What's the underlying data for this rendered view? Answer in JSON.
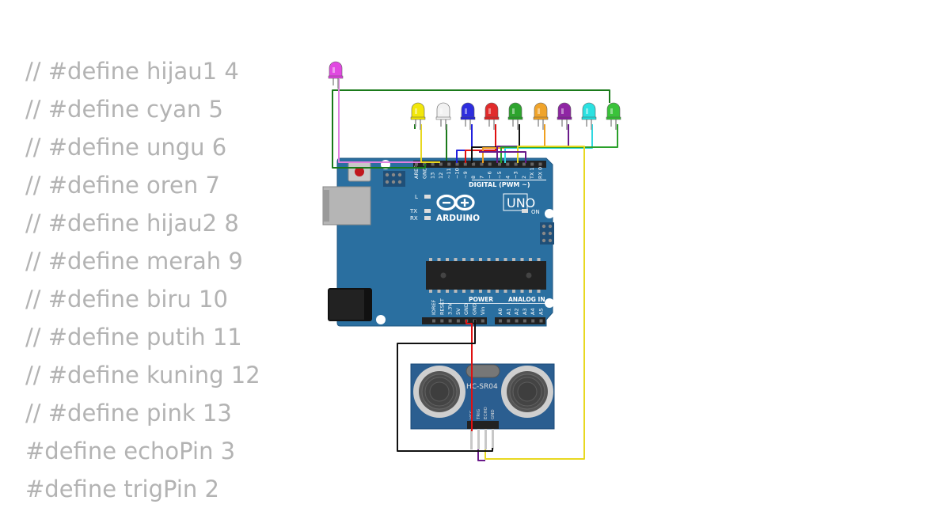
{
  "code_lines": [
    "// #define hijau1 4",
    "// #define cyan 5",
    "// #define ungu 6",
    "// #define oren 7",
    "// #define hijau2 8",
    "// #define merah 9",
    "// #define biru 10",
    "// #define putih 11",
    "// #define kuning 12",
    "// #define pink 13",
    "#define echoPin 3",
    "#define trigPin 2"
  ],
  "board": {
    "brand": "ARDUINO",
    "model": "UNO",
    "digital_label": "DIGITAL (PWM ~)",
    "power_label": "POWER",
    "analog_label": "ANALOG IN",
    "on_label": "ON",
    "l_label": "L",
    "tx_label": "TX",
    "rx_label": "RX",
    "top_pins": [
      "AREF",
      "GND",
      "13",
      "12",
      "~11",
      "~10",
      "~9",
      "8",
      "7",
      "~6",
      "~5",
      "4",
      "~3",
      "2",
      "TX 1",
      "RX 0"
    ],
    "power_pins": [
      "IOREF",
      "RESET",
      "3.3V",
      "5V",
      "GND",
      "GND",
      "Vin"
    ],
    "analog_pins": [
      "A0",
      "A1",
      "A2",
      "A3",
      "A4",
      "A5"
    ]
  },
  "sensor": {
    "label": "HC-SR04",
    "pins": [
      "VCC",
      "TRIG",
      "ECHO",
      "GND"
    ]
  },
  "leds": [
    {
      "name": "pink",
      "color": "#e040e0"
    },
    {
      "name": "kuning",
      "color": "#f2e600"
    },
    {
      "name": "putih",
      "color": "#f2f2f2"
    },
    {
      "name": "biru",
      "color": "#2222dd"
    },
    {
      "name": "merah",
      "color": "#e02020"
    },
    {
      "name": "hijau2",
      "color": "#22a022"
    },
    {
      "name": "oren",
      "color": "#f0a020"
    },
    {
      "name": "ungu",
      "color": "#8a1aa0"
    },
    {
      "name": "cyan",
      "color": "#20e0e0"
    },
    {
      "name": "hijau1",
      "color": "#30c030"
    }
  ],
  "wire_colors": {
    "gnd": "#1a7a1a",
    "pink": "#e080e0",
    "yellow": "#e8d820",
    "red": "#e01010",
    "black": "#111111",
    "purple": "#6a1a8a",
    "cyan": "#30d8e0",
    "orange": "#f0a020",
    "green": "#2aa02a",
    "blue": "#2020dd"
  },
  "board_color": "#2a6fa0"
}
